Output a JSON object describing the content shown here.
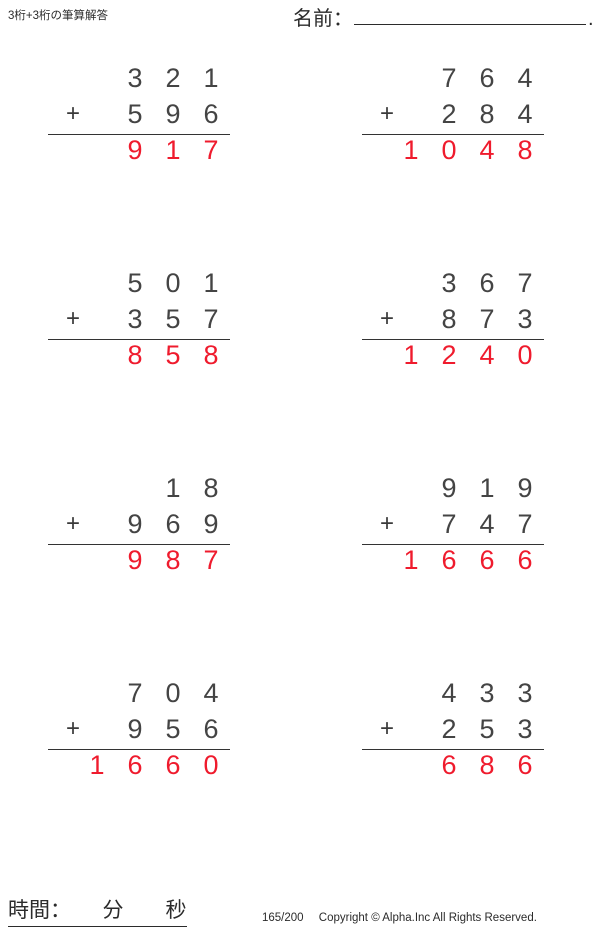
{
  "header": {
    "title": "3桁+3桁の筆算解答",
    "name_label": "名前：",
    "name_value": "",
    "name_trailing": "."
  },
  "colors": {
    "answer_red": "#ef1b2d",
    "operand_gray": "#444444",
    "rule": "#333333",
    "background": "#ffffff"
  },
  "problems": [
    {
      "id": "problem-1",
      "operator": "+",
      "top": [
        "3",
        "2",
        "1"
      ],
      "bottom": [
        "5",
        "9",
        "6"
      ],
      "answer": [
        "",
        "9",
        "1",
        "7"
      ],
      "top_padded": [
        "",
        "3",
        "2",
        "1"
      ],
      "bottom_padded": [
        "",
        "5",
        "9",
        "6"
      ]
    },
    {
      "id": "problem-2",
      "operator": "+",
      "top": [
        "7",
        "6",
        "4"
      ],
      "bottom": [
        "2",
        "8",
        "4"
      ],
      "answer": [
        "1",
        "0",
        "4",
        "8"
      ],
      "top_padded": [
        "",
        "7",
        "6",
        "4"
      ],
      "bottom_padded": [
        "",
        "2",
        "8",
        "4"
      ]
    },
    {
      "id": "problem-3",
      "operator": "+",
      "top": [
        "5",
        "0",
        "1"
      ],
      "bottom": [
        "3",
        "5",
        "7"
      ],
      "answer": [
        "",
        "8",
        "5",
        "8"
      ],
      "top_padded": [
        "",
        "5",
        "0",
        "1"
      ],
      "bottom_padded": [
        "",
        "3",
        "5",
        "7"
      ]
    },
    {
      "id": "problem-4",
      "operator": "+",
      "top": [
        "3",
        "6",
        "7"
      ],
      "bottom": [
        "8",
        "7",
        "3"
      ],
      "answer": [
        "1",
        "2",
        "4",
        "0"
      ],
      "top_padded": [
        "",
        "3",
        "6",
        "7"
      ],
      "bottom_padded": [
        "",
        "8",
        "7",
        "3"
      ]
    },
    {
      "id": "problem-5",
      "operator": "+",
      "top": [
        "1",
        "8"
      ],
      "bottom": [
        "9",
        "6",
        "9"
      ],
      "answer": [
        "",
        "9",
        "8",
        "7"
      ],
      "top_padded": [
        "",
        "",
        "1",
        "8"
      ],
      "bottom_padded": [
        "",
        "9",
        "6",
        "9"
      ]
    },
    {
      "id": "problem-6",
      "operator": "+",
      "top": [
        "9",
        "1",
        "9"
      ],
      "bottom": [
        "7",
        "4",
        "7"
      ],
      "answer": [
        "1",
        "6",
        "6",
        "6"
      ],
      "top_padded": [
        "",
        "9",
        "1",
        "9"
      ],
      "bottom_padded": [
        "",
        "7",
        "4",
        "7"
      ]
    },
    {
      "id": "problem-7",
      "operator": "+",
      "top": [
        "7",
        "0",
        "4"
      ],
      "bottom": [
        "9",
        "5",
        "6"
      ],
      "answer": [
        "1",
        "6",
        "6",
        "0"
      ],
      "top_padded": [
        "",
        "7",
        "0",
        "4"
      ],
      "bottom_padded": [
        "",
        "9",
        "5",
        "6"
      ]
    },
    {
      "id": "problem-8",
      "operator": "+",
      "top": [
        "4",
        "3",
        "3"
      ],
      "bottom": [
        "2",
        "5",
        "3"
      ],
      "answer": [
        "",
        "6",
        "8",
        "6"
      ],
      "top_padded": [
        "",
        "4",
        "3",
        "3"
      ],
      "bottom_padded": [
        "",
        "2",
        "5",
        "3"
      ]
    }
  ],
  "footer": {
    "time_label": "時間：　　分　　秒",
    "page_number": "165/200",
    "copyright": "Copyright © Alpha.Inc All Rights Reserved."
  }
}
